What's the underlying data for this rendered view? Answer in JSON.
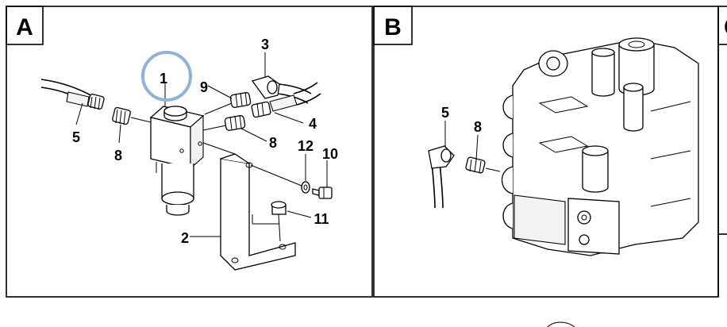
{
  "panels": [
    {
      "letter": "A",
      "callouts": [
        "1",
        "2",
        "3",
        "4",
        "5",
        "8",
        "8",
        "9",
        "10",
        "11",
        "12"
      ]
    },
    {
      "letter": "B",
      "callouts": [
        "5",
        "8"
      ]
    },
    {
      "letter": "C"
    }
  ],
  "highlight": {
    "color": "#8db3d9",
    "target_callout": "1"
  },
  "colors": {
    "ink": "#000000",
    "background": "#ffffff"
  }
}
